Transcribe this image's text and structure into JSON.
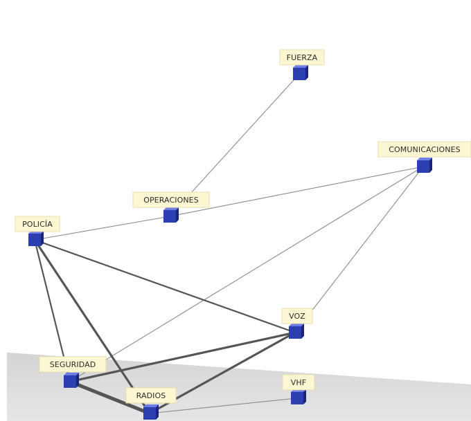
{
  "diagram": {
    "nodes": [
      {
        "id": "fuerza",
        "label": "FUERZA"
      },
      {
        "id": "comunicaciones",
        "label": "COMUNICACIONES"
      },
      {
        "id": "operaciones",
        "label": "OPERACIONES"
      },
      {
        "id": "policia",
        "label": "POLICÍA"
      },
      {
        "id": "voz",
        "label": "VOZ"
      },
      {
        "id": "seguridad",
        "label": "SEGURIDAD"
      },
      {
        "id": "vhf",
        "label": "VHF"
      },
      {
        "id": "radios",
        "label": "RADIOS"
      }
    ],
    "edges": [
      {
        "from": "fuerza",
        "to": "operaciones",
        "weight": 1
      },
      {
        "from": "policia",
        "to": "operaciones",
        "weight": 1
      },
      {
        "from": "operaciones",
        "to": "comunicaciones",
        "weight": 1
      },
      {
        "from": "comunicaciones",
        "to": "seguridad",
        "weight": 1
      },
      {
        "from": "comunicaciones",
        "to": "voz",
        "weight": 1
      },
      {
        "from": "policia",
        "to": "voz",
        "weight": 2
      },
      {
        "from": "policia",
        "to": "seguridad",
        "weight": 2
      },
      {
        "from": "policia",
        "to": "radios",
        "weight": 3
      },
      {
        "from": "seguridad",
        "to": "voz",
        "weight": 3
      },
      {
        "from": "radios",
        "to": "voz",
        "weight": 3
      },
      {
        "from": "seguridad",
        "to": "radios",
        "weight": 4
      },
      {
        "from": "radios",
        "to": "vhf",
        "weight": 1
      }
    ],
    "colors": {
      "node_front": "#2c3fb0",
      "node_top": "#6d7fe6",
      "node_side": "#1a2578",
      "edge": "#6f6f6f",
      "label_fill": "#fdf6d3",
      "floor": "#dcdcdc"
    }
  }
}
